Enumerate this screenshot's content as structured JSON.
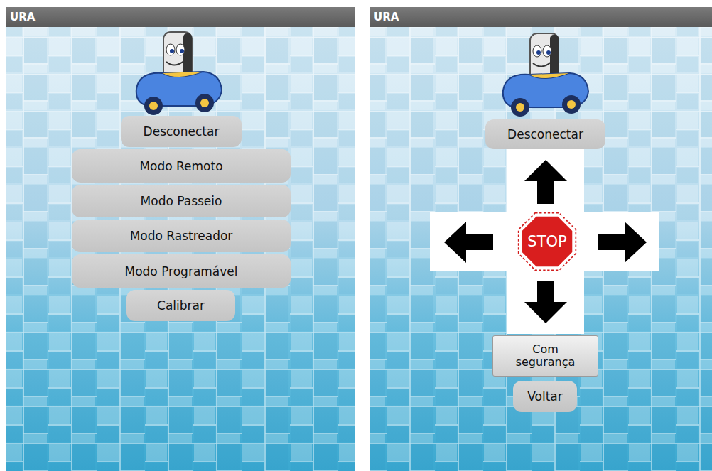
{
  "diagram": {
    "nodes": [
      {
        "text": [
          "URA"
        ]
      },
      {
        "text": [
          "Desconectar"
        ]
      },
      {
        "text": [
          "Modo Remoto"
        ]
      },
      {
        "text": [
          "Modo Passeio"
        ]
      },
      {
        "text": [
          "Modo Rastreador"
        ]
      },
      {
        "text": [
          "Modo Programável"
        ]
      },
      {
        "text": [
          "Calibrar"
        ]
      },
      {
        "text": [
          "URA"
        ]
      },
      {
        "text": [
          "Desconectar"
        ]
      },
      {
        "text": [
          "STOP"
        ]
      },
      {
        "text": [
          "Com segurança"
        ]
      },
      {
        "text": [
          "Voltar"
        ]
      }
    ]
  }
}
